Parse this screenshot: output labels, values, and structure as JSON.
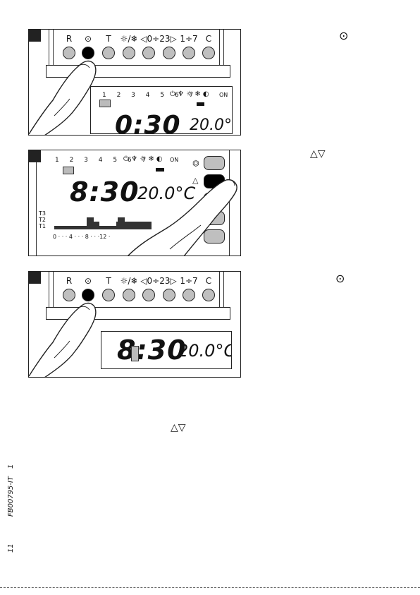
{
  "panel1": {
    "keys": [
      "R",
      "⊙",
      "T",
      "☼/❄",
      "◁0÷23▷",
      "1÷7",
      "C"
    ],
    "day_numbers": "1 2 3 4 5 6 7",
    "mode_icons": "⏻ ♆ ☼ ❄ ◐",
    "on_label": "ON",
    "time_digits": "0:30",
    "temp_digits": "20.0°C"
  },
  "panel2": {
    "day_numbers": "1 2 3 4 5 6 7",
    "mode_icons": "⏻ ♆ ☼ ❄ ◐",
    "on_label": "ON",
    "time_digits": "8:30",
    "temp_digits": "20.0°C",
    "levels": [
      "T3",
      "T2",
      "T1"
    ],
    "hour_axis": "0 · · · 4 · · · 8 · · ·12 ·",
    "side_symbols": [
      "⏣",
      "△",
      "",
      "▽",
      "⏻"
    ]
  },
  "panel3": {
    "keys": [
      "R",
      "⊙",
      "T",
      "☼/❄",
      "◁0÷23▷",
      "1÷7",
      "C"
    ],
    "time_digits": "8:30",
    "temp_digits": "20.0°C"
  },
  "annotations": {
    "clock_symbol_1": "⊙",
    "arrows_1": "△▽",
    "clock_symbol_2": "⊙",
    "arrows_2": "△▽"
  },
  "side_text": {
    "page_num": "11",
    "doc_code": "FB00795-IT",
    "edition": "1"
  }
}
